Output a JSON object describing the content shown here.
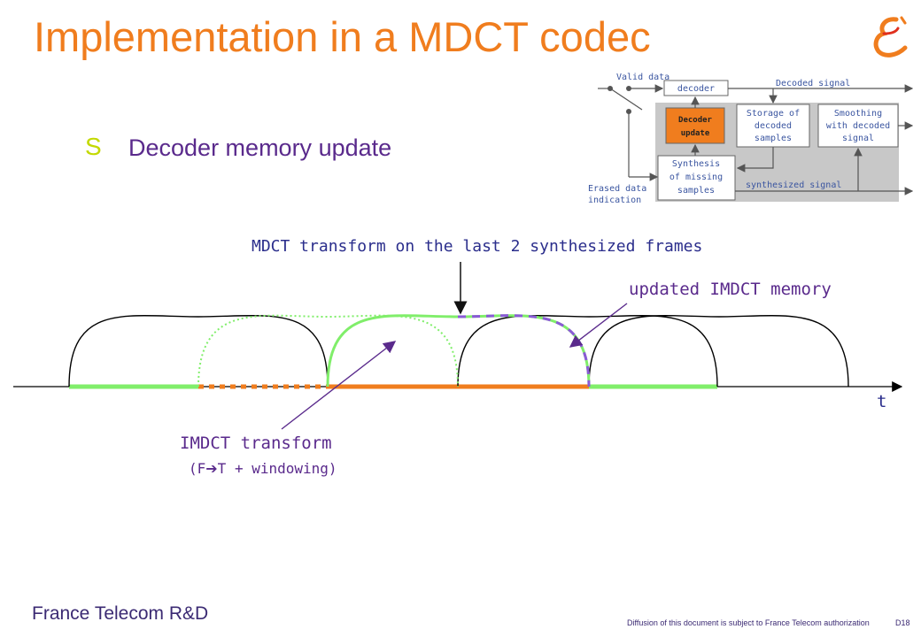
{
  "title": "Implementation in a MDCT codec",
  "bullet_symbol": "S",
  "subheading": "Decoder memory update",
  "block_diagram": {
    "valid_data": "Valid data",
    "decoder": "decoder",
    "decoded_signal": "Decoded signal",
    "decoder_update_line1": "Decoder",
    "decoder_update_line2": "update",
    "storage_line1": "Storage of",
    "storage_line2": "decoded",
    "storage_line3": "samples",
    "smoothing_line1": "Smoothing",
    "smoothing_line2": "with decoded",
    "smoothing_line3": "signal",
    "synthesis_line1": "Synthesis",
    "synthesis_line2": "of missing",
    "synthesis_line3": "samples",
    "erased_line1": "Erased data",
    "erased_line2": "indication",
    "synthesized_signal": "synthesized signal"
  },
  "mdct_label": "MDCT transform on the last 2 synthesized frames",
  "updated_label": "updated IMDCT memory",
  "imdct_label": "IMDCT transform",
  "imdct_sub_pre": "(F",
  "imdct_sub_arrow": "➔",
  "imdct_sub_post": "T + windowing)",
  "axis_label": "t",
  "footer_left": "France Telecom R&D",
  "footer_right": "Diffusion of this document is subject to France Telecom authorization",
  "page_number": "D18",
  "colors": {
    "title": "#f07d1e",
    "purple": "#5a2a8c",
    "green": "#80ee6a",
    "orange": "#f07d1e",
    "dashed_purple": "#8a5ad6",
    "diagram_bg": "#c8c8c8",
    "decoder_update_fill": "#f07d1e"
  }
}
